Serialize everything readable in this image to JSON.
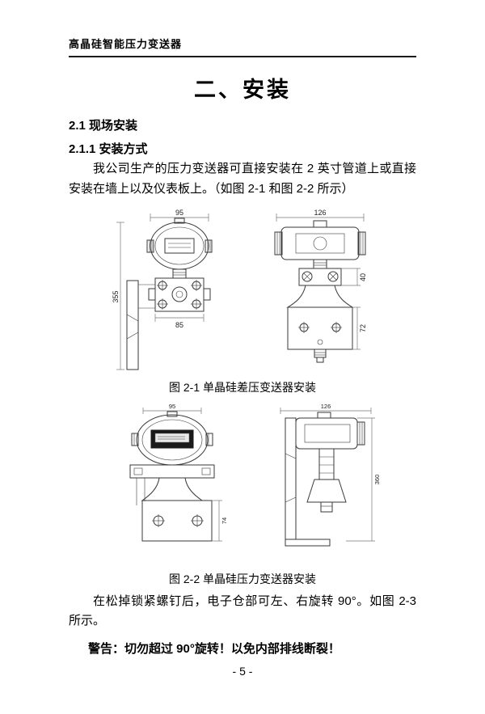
{
  "header": {
    "product_name": "高晶硅智能压力变送器"
  },
  "title": "二、安装",
  "sections": {
    "s21": "2.1 现场安装",
    "s211": "2.1.1 安装方式"
  },
  "paragraphs": {
    "p1": "我公司生产的压力变送器可直接安装在 2 英寸管道上或直接安装在墙上以及仪表板上。（如图 2-1 和图 2-2 所示）",
    "p2": "在松掉锁紧螺钉后，电子仓部可左、右旋转 90°。如图 2-3 所示。",
    "warning": "警告：切勿超过 90°旋转！以免内部排线断裂！"
  },
  "figures": {
    "fig1": {
      "caption": "图 2-1 单晶硅差压变送器安装",
      "left": {
        "dim_width": "95",
        "dim_height": "355",
        "dim_flange": "85"
      },
      "right": {
        "dim_width": "126",
        "dim_a": "40",
        "dim_b": "72"
      }
    },
    "fig2": {
      "caption": "图 2-2 单晶硅压力变送器安装",
      "left": {
        "dim_width": "95",
        "dim_a": "74"
      },
      "right": {
        "dim_width": "126",
        "dim_height": "360"
      }
    }
  },
  "footer": {
    "page_number": "- 5 -"
  }
}
